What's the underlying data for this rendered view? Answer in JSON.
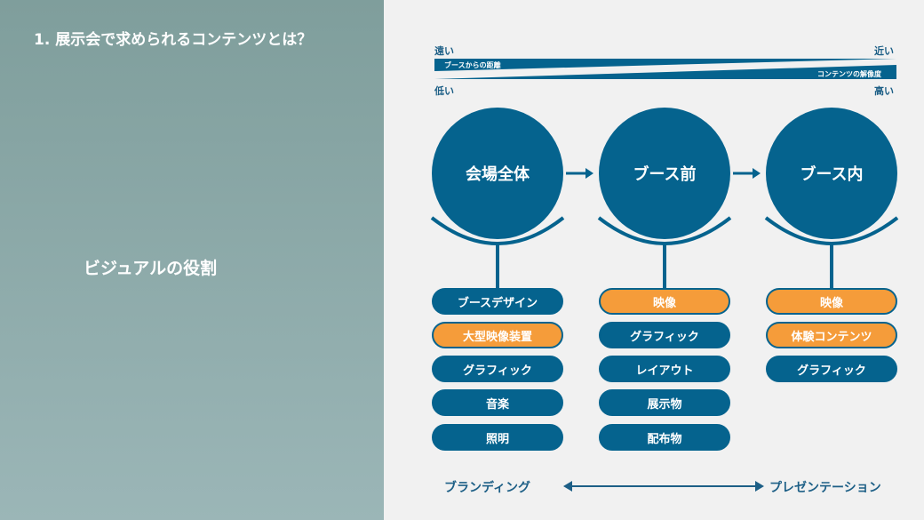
{
  "slide": {
    "title": "1. 展示会で求められるコンテンツとは？",
    "left_heading": "ビジュアルの役割"
  },
  "scale": {
    "top_left": "遠い",
    "top_right": "近い",
    "bottom_left": "低い",
    "bottom_right": "高い",
    "distance_label": "ブースからの距離",
    "resolution_label": "コンテンツの解像度"
  },
  "columns": [
    {
      "title": "会場全体",
      "items": [
        {
          "label": "ブースデザイン",
          "highlight": false
        },
        {
          "label": "大型映像装置",
          "highlight": true
        },
        {
          "label": "グラフィック",
          "highlight": false
        },
        {
          "label": "音楽",
          "highlight": false
        },
        {
          "label": "照明",
          "highlight": false
        }
      ]
    },
    {
      "title": "ブース前",
      "items": [
        {
          "label": "映像",
          "highlight": true
        },
        {
          "label": "グラフィック",
          "highlight": false
        },
        {
          "label": "レイアウト",
          "highlight": false
        },
        {
          "label": "展示物",
          "highlight": false
        },
        {
          "label": "配布物",
          "highlight": false
        }
      ]
    },
    {
      "title": "ブース内",
      "items": [
        {
          "label": "映像",
          "highlight": true
        },
        {
          "label": "体験コンテンツ",
          "highlight": true
        },
        {
          "label": "グラフィック",
          "highlight": false
        }
      ]
    }
  ],
  "footer": {
    "left": "ブランディング",
    "right": "プレゼンテーション"
  },
  "colors": {
    "primary": "#05638e",
    "highlight": "#f59c3a",
    "text_blue": "#1d5f86"
  }
}
